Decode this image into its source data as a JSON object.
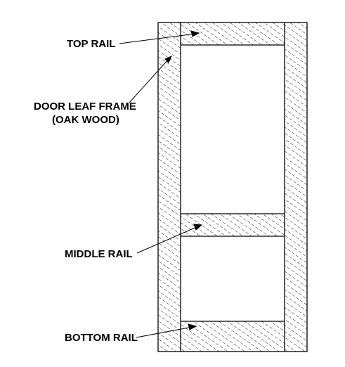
{
  "labels": {
    "top_rail": "TOP RAIL",
    "frame_line1": "DOOR LEAF FRAME",
    "frame_line2": "(OAK WOOD)",
    "middle_rail": "MIDDLE RAIL",
    "bottom_rail": "BOTTOM RAIL"
  },
  "colors": {
    "stroke": "#000000",
    "hatch": "#000000",
    "background": "#ffffff"
  }
}
